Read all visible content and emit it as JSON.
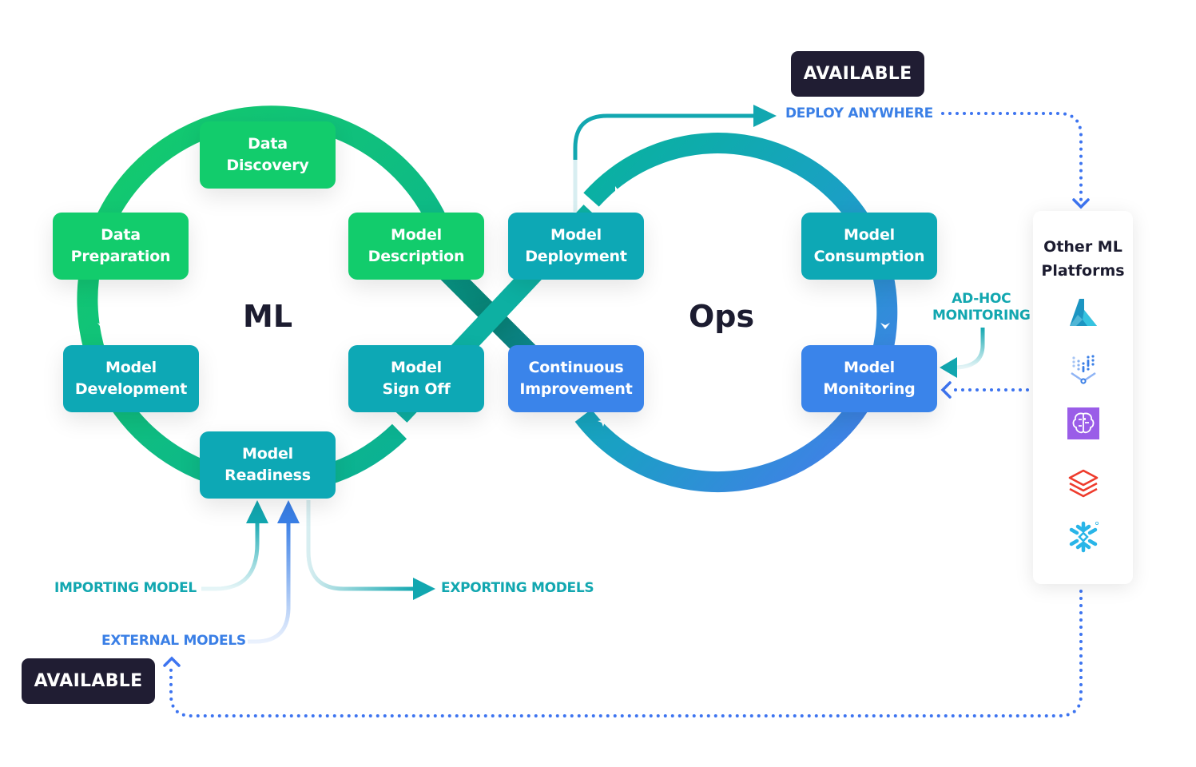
{
  "diagram": {
    "center_labels": {
      "left": "ML",
      "right": "Ops"
    },
    "nodes": {
      "data_discovery": "Data\nDiscovery",
      "data_preparation": "Data\nPreparation",
      "model_description": "Model\nDescription",
      "model_development": "Model\nDevelopment",
      "model_sign_off": "Model\nSign Off",
      "model_readiness": "Model\nReadiness",
      "model_deployment": "Model\nDeployment",
      "model_consumption": "Model\nConsumption",
      "continuous_improvement": "Continuous\nImprovement",
      "model_monitoring": "Model\nMonitoring"
    },
    "flow_labels": {
      "deploy_anywhere": "DEPLOY ANYWHERE",
      "ad_hoc_monitoring": "AD-HOC\nMONITORING",
      "importing_model": "IMPORTING MODEL",
      "exporting_models": "EXPORTING MODELS",
      "external_models": "EXTERNAL MODELS"
    },
    "badges": {
      "top": "AVAILABLE",
      "bottom": "AVAILABLE"
    },
    "platforms_panel": {
      "title": "Other ML\nPlatforms",
      "logos": [
        "azure-ml-flask-icon",
        "vertex-ai-icon",
        "sagemaker-brain-icon",
        "databricks-layers-icon",
        "snowflake-icon"
      ]
    },
    "colors": {
      "green": "#12cc6c",
      "teal": "#0da8b5",
      "blue": "#3a84ea",
      "dark": "#201d33",
      "dotted_blue": "#3d74f0"
    }
  }
}
